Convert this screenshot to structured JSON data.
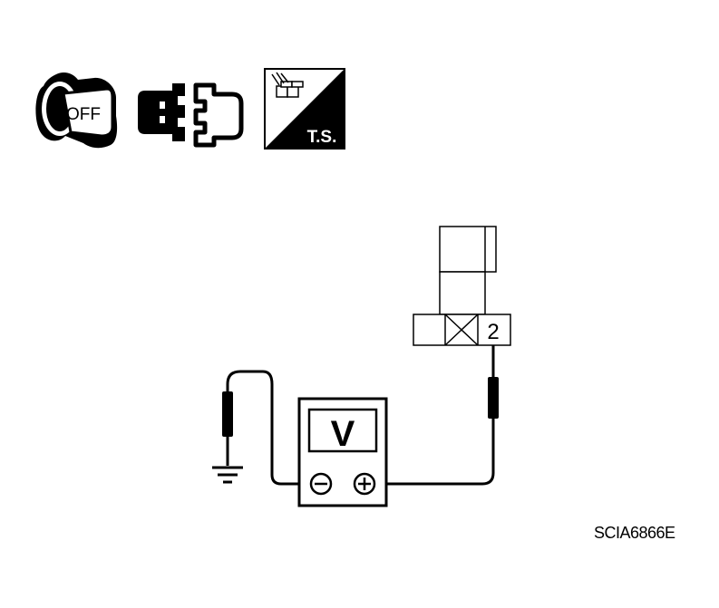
{
  "icons": {
    "ignition": {
      "name": "ignition-key-icon",
      "label": "OFF"
    },
    "connector": {
      "name": "disconnected-connector-icon"
    },
    "harness": {
      "name": "harness-connector-icon",
      "label": "T.S."
    }
  },
  "connector": {
    "pin_number": "2"
  },
  "meter": {
    "type_label": "V",
    "negative_symbol": "minus",
    "positive_symbol": "plus"
  },
  "ground": {
    "name": "ground-symbol"
  },
  "reference_code": "SCIA6866E",
  "colors": {
    "line": "#000000",
    "background": "#ffffff"
  }
}
